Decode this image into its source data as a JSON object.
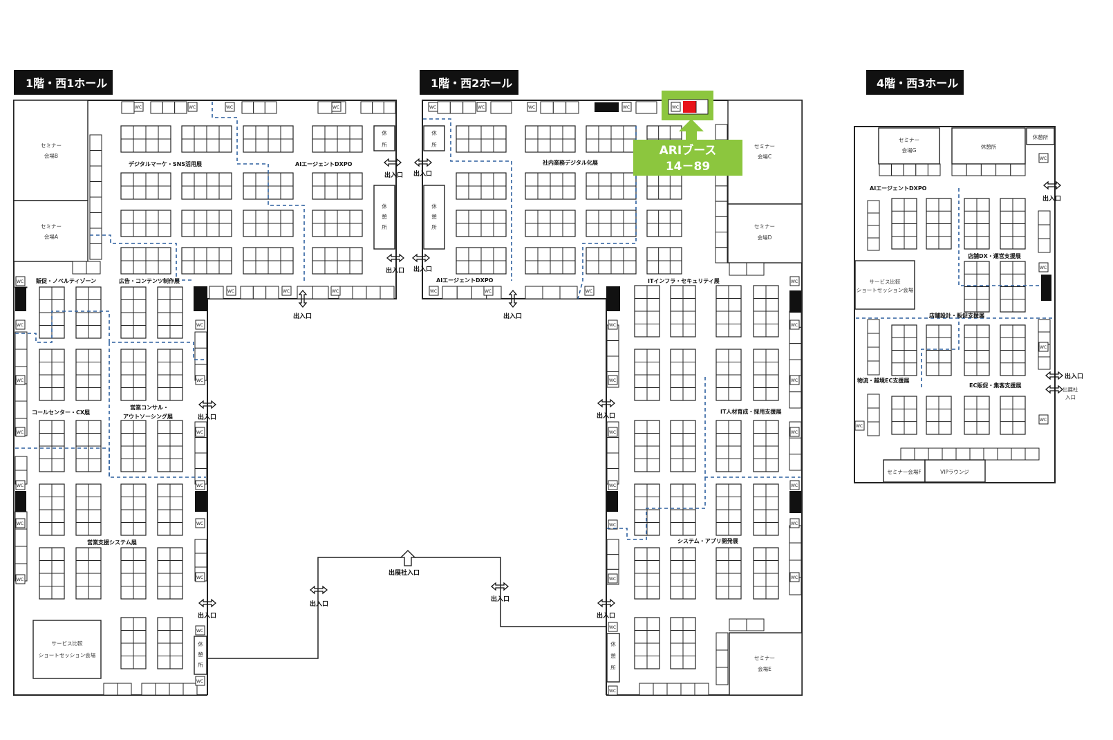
{
  "halls": {
    "west1": "1階・西1ホール",
    "west2": "1階・西2ホール",
    "west3": "4階・西3ホール"
  },
  "seminar_rooms": {
    "b": {
      "line1": "セミナー",
      "line2": "会場B"
    },
    "a": {
      "line1": "セミナー",
      "line2": "会場A"
    },
    "c": {
      "line1": "セミナー",
      "line2": "会場C"
    },
    "d": {
      "line1": "セミナー",
      "line2": "会場D"
    },
    "e": {
      "line1": "セミナー",
      "line2": "会場E"
    },
    "g": {
      "line1": "セミナー",
      "line2": "会場G"
    },
    "f": "セミナー会場F"
  },
  "rest_area": "休憩所",
  "rest_area_vertical": [
    "休",
    "憩",
    "所"
  ],
  "vip_lounge": "VIPラウンジ",
  "service_room_1": {
    "line1": "サービス比較",
    "line2": "ショートセッション会場"
  },
  "service_room_3": {
    "line1": "サービス比較",
    "line2": "ショートセッション会場"
  },
  "zones": {
    "digital_marketing": "デジタルマーケ・SNS活用展",
    "ai_agent": "AIエージェントDXPO",
    "internal_digital": "社内業務デジタル化展",
    "ai_agent_2": "AIエージェントDXPO",
    "promo_novelty": "販促・ノベルティゾーン",
    "ad_content": "広告・コンテンツ制作展",
    "call_center": "コールセンター・CX展",
    "sales_consulting_1": "営業コンサル・",
    "sales_consulting_2": "アウトソーシング展",
    "sales_system": "営業支援システム展",
    "it_infra": "ITインフラ・セキュリティ展",
    "it_hr": "IT人材育成・採用支援展",
    "system_app": "システム・アプリ開発展",
    "ai_agent_3": "AIエージェントDXPO",
    "store_dx": "店舗DX・運営支援展",
    "store_design": "店舗設計・販促支援展",
    "logistics_ec": "物流・越境EC支援展",
    "ec_promo": "EC販促・集客支援展"
  },
  "exit_label": "出入口",
  "exhibitor_entrance": "出展社入口",
  "exhibitor_entrance_split": [
    "出展社",
    "入口"
  ],
  "wc_label": "WC",
  "callout": {
    "line1": "ARIブース",
    "line2": "14－89"
  },
  "colors": {
    "highlight": "#e8141b",
    "callout": "#8cc63e",
    "path": "#2c5f9e"
  }
}
